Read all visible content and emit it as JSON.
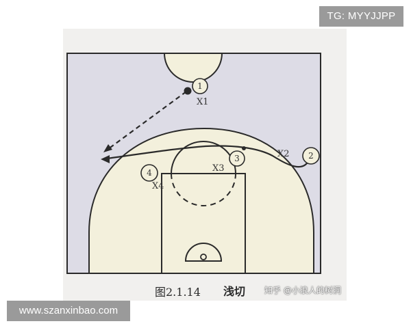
{
  "watermarks": {
    "top_right": "TG: MYYJJPP",
    "bottom_left": "www.szanxinbao.com",
    "zhihu": "知乎 @小浪人的树洞"
  },
  "figure": {
    "number": "图2.1.14",
    "title": "浅切"
  },
  "players": {
    "offense": [
      {
        "label": "1"
      },
      {
        "label": "2"
      },
      {
        "label": "3"
      },
      {
        "label": "4"
      }
    ],
    "defense": [
      {
        "label": "X1"
      },
      {
        "label": "X2"
      },
      {
        "label": "X3"
      },
      {
        "label": "X4"
      }
    ]
  },
  "colors": {
    "court_floor": "#dddce6",
    "key_and_circle": "#f3f0dc",
    "lines": "#2a2a2a"
  }
}
